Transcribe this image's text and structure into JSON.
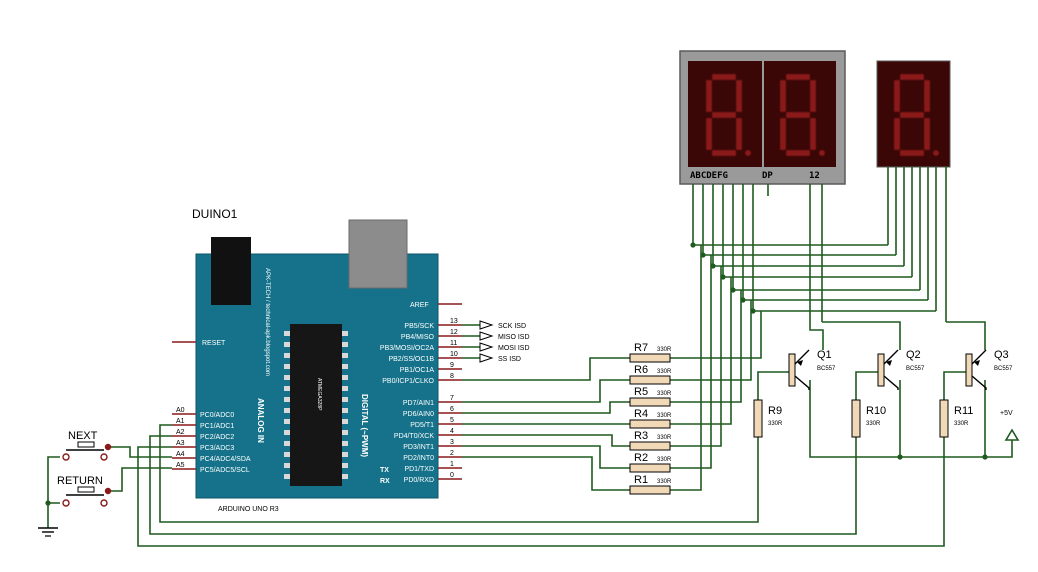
{
  "board": {
    "ref": "DUINO1",
    "model": "ARDUINO UNO R3",
    "chip": "ATMEGA328P",
    "vendor": "APK-TECH / technical-apk.blogspot.com",
    "analog_label": "ANALOG IN",
    "digital_label": "DIGITAL (~PWM)",
    "reset": "RESET",
    "aref": "AREF",
    "tx": "TX",
    "rx": "RX",
    "analog_pins": [
      {
        "num": "A0",
        "name": "PC0/ADC0"
      },
      {
        "num": "A1",
        "name": "PC1/ADC1"
      },
      {
        "num": "A2",
        "name": "PC2/ADC2"
      },
      {
        "num": "A3",
        "name": "PC3/ADC3"
      },
      {
        "num": "A4",
        "name": "PC4/ADC4/SDA"
      },
      {
        "num": "A5",
        "name": "PC5/ADC5/SCL"
      }
    ],
    "digital_pins_top": [
      {
        "num": "13",
        "name": "PB5/SCK",
        "isd": "SCK ISD"
      },
      {
        "num": "12",
        "name": "PB4/MISO",
        "isd": "MISO ISD"
      },
      {
        "num": "11",
        "name": "PB3/MOSI/OC2A",
        "isd": "MOSI ISD"
      },
      {
        "num": "10",
        "name": "PB2/SS/OC1B",
        "isd": "SS ISD"
      },
      {
        "num": "9",
        "name": "PB1/OC1A",
        "isd": ""
      },
      {
        "num": "8",
        "name": "PB0/ICP1/CLKO",
        "isd": ""
      }
    ],
    "digital_pins_bottom": [
      {
        "num": "7",
        "name": "PD7/AIN1"
      },
      {
        "num": "6",
        "name": "PD6/AIN0"
      },
      {
        "num": "5",
        "name": "PD5/T1"
      },
      {
        "num": "4",
        "name": "PD4/T0/XCK"
      },
      {
        "num": "3",
        "name": "PD3/INT1"
      },
      {
        "num": "2",
        "name": "PD2/INT0"
      },
      {
        "num": "1",
        "name": "PD1/TXD"
      },
      {
        "num": "0",
        "name": "PD0/RXD"
      }
    ]
  },
  "resistors_segment": [
    {
      "ref": "R7",
      "value": "330R"
    },
    {
      "ref": "R6",
      "value": "330R"
    },
    {
      "ref": "R5",
      "value": "330R"
    },
    {
      "ref": "R4",
      "value": "330R"
    },
    {
      "ref": "R3",
      "value": "330R"
    },
    {
      "ref": "R2",
      "value": "330R"
    },
    {
      "ref": "R1",
      "value": "330R"
    }
  ],
  "resistors_base": [
    {
      "ref": "R9",
      "value": "330R"
    },
    {
      "ref": "R10",
      "value": "330R"
    },
    {
      "ref": "R11",
      "value": "330R"
    }
  ],
  "transistors": [
    {
      "ref": "Q1",
      "model": "BC557"
    },
    {
      "ref": "Q2",
      "model": "BC557"
    },
    {
      "ref": "Q3",
      "model": "BC557"
    }
  ],
  "display": {
    "pin_label_segments": "ABCDEFG",
    "pin_label_dp": "DP",
    "pin_label_digits": "12"
  },
  "buttons": {
    "next": "NEXT",
    "return": "RETURN"
  },
  "supply": "+5V",
  "colors": {
    "board": "#15728a",
    "wire": "#1f5a1f",
    "pin": "#8a1a1a",
    "segment": "#8a1a1a",
    "resistor": "#f1d9b8"
  }
}
